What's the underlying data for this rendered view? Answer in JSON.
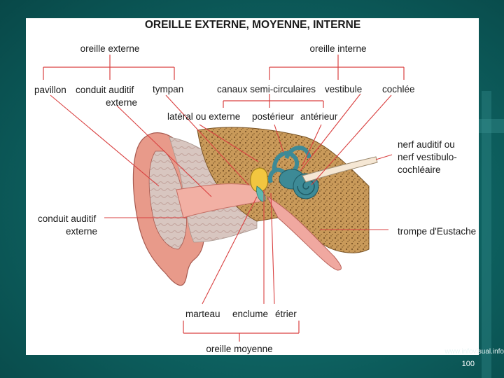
{
  "title": "OREILLE EXTERNE, MOYENNE, INTERNE",
  "groups": {
    "external": "oreille externe",
    "internal": "oreille interne",
    "middle": "oreille moyenne"
  },
  "labels": {
    "pavillon": "pavillon",
    "conduit_auditif_1": "conduit auditif",
    "conduit_auditif_2": "externe",
    "tympan": "tympan",
    "canaux": "canaux semi-circulaires",
    "vestibule": "vestibule",
    "cochlee": "cochlée",
    "lateral": "latéral ou externe",
    "posterieur": "postérieur",
    "anterieur": "antérieur",
    "nerf_1": "nerf auditif ou",
    "nerf_2": "nerf vestibulo-",
    "nerf_3": "cochléaire",
    "conduit_left_1": "conduit auditif",
    "conduit_left_2": "externe",
    "trompe": "trompe d'Eustache",
    "marteau": "marteau",
    "enclume": "enclume",
    "etrier": "étrier"
  },
  "footer": {
    "watermark": "www.infovisual.info",
    "page_number": "100"
  },
  "colors": {
    "leader_line": "#d94040",
    "skin": "#e89a8a",
    "bone": "#c99a5a",
    "cochlea": "#3d8a96",
    "canal": "#f0a8a0",
    "background": "#0e6463"
  }
}
